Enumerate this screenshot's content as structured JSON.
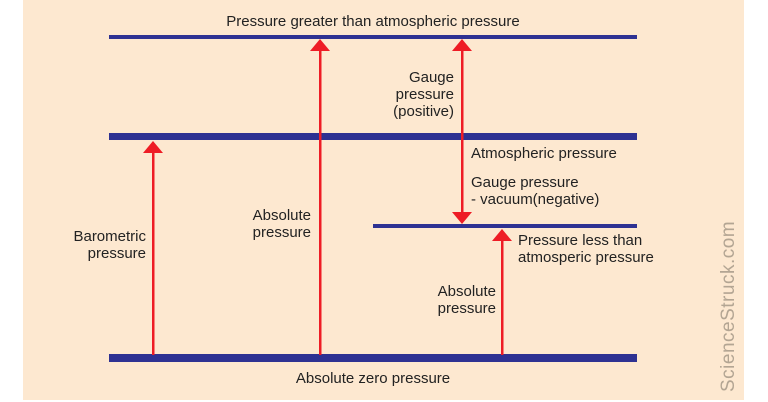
{
  "colors": {
    "background": "#fde8d0",
    "level_line": "#2e3192",
    "arrow": "#ee1c25",
    "text": "#222222",
    "watermark": "#b3a593"
  },
  "levels": [
    {
      "id": "above-atmospheric",
      "label": "Pressure greater than atmospheric pressure"
    },
    {
      "id": "atmospheric",
      "label": "Atmospheric pressure"
    },
    {
      "id": "below-atmospheric",
      "label_line1": "Pressure less than",
      "label_line2": "atmosperic pressure"
    },
    {
      "id": "absolute-zero",
      "label": "Absolute zero pressure"
    }
  ],
  "arrows": {
    "barometric": {
      "line1": "Barometric",
      "line2": "pressure"
    },
    "absolute_high": {
      "line1": "Absolute",
      "line2": "pressure"
    },
    "gauge_positive": {
      "line1": "Gauge",
      "line2": "pressure",
      "line3": "(positive)"
    },
    "gauge_negative": {
      "line1": "Gauge pressure",
      "line2": "- vacuum(negative)"
    },
    "absolute_low": {
      "line1": "Absolute",
      "line2": "pressure"
    }
  },
  "watermark": "ScienceStruck.com"
}
